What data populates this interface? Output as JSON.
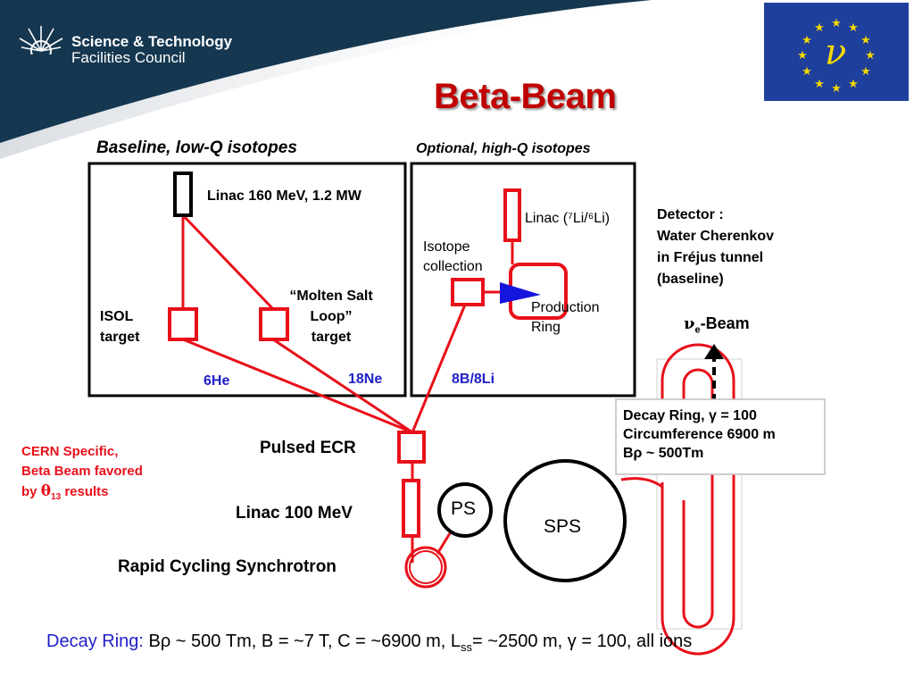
{
  "header": {
    "org_line1": "Science & Technology",
    "org_line2": "Facilities Council",
    "title": "Beta-Beam",
    "flag_symbol": "ν"
  },
  "colors": {
    "navy": "#153750",
    "title_red": "#c00000",
    "beam_red": "#e8101a",
    "ion_blue": "#2020c8",
    "flag_blue": "#1f3f9c",
    "flag_gold": "#f5d800"
  },
  "baseline": {
    "heading": "Baseline, low-Q isotopes",
    "linac": "Linac 160 MeV, 1.2 MW",
    "isol_l1": "ISOL",
    "isol_l2": "target",
    "molten_l1": "“Molten Salt",
    "molten_l2": "Loop”",
    "molten_l3": "target",
    "ion1": "6He",
    "ion2": "18Ne"
  },
  "optional": {
    "heading": "Optional, high-Q isotopes",
    "linac": "Linac (⁷Li/⁶Li)",
    "isotope_l1": "Isotope",
    "isotope_l2": "collection",
    "production_l1": "Production",
    "production_l2": "Ring",
    "ion": "8B/8Li"
  },
  "detector": {
    "l1": "Detector :",
    "l2": "Water Cherenkov",
    "l3": "in Fréjus tunnel",
    "l4": "(baseline)"
  },
  "beam_label": {
    "nu": "ν",
    "sub": "e",
    "rest": "-Beam"
  },
  "decay_box": {
    "l1": "Decay Ring, γ = 100",
    "l2": "Circumference 6900 m",
    "l3": "Bρ ~ 500Tm"
  },
  "cern": {
    "l1": "CERN Specific,",
    "l2": "Beta Beam favored",
    "l3a": "by ",
    "theta": "θ",
    "sub": "13",
    "l3b": " results"
  },
  "chain": {
    "ecr": "Pulsed ECR",
    "linac100": "Linac 100 MeV",
    "rcs": "Rapid Cycling Synchrotron",
    "ps": "PS",
    "sps": "SPS"
  },
  "footer": {
    "label": "Decay Ring:",
    "p1": " Bρ ~ 500 Tm, B = ~7 T, C = ~6900 m, L",
    "sub": "ss",
    "p2": "= ~2500 m, γ = 100, all ions"
  }
}
